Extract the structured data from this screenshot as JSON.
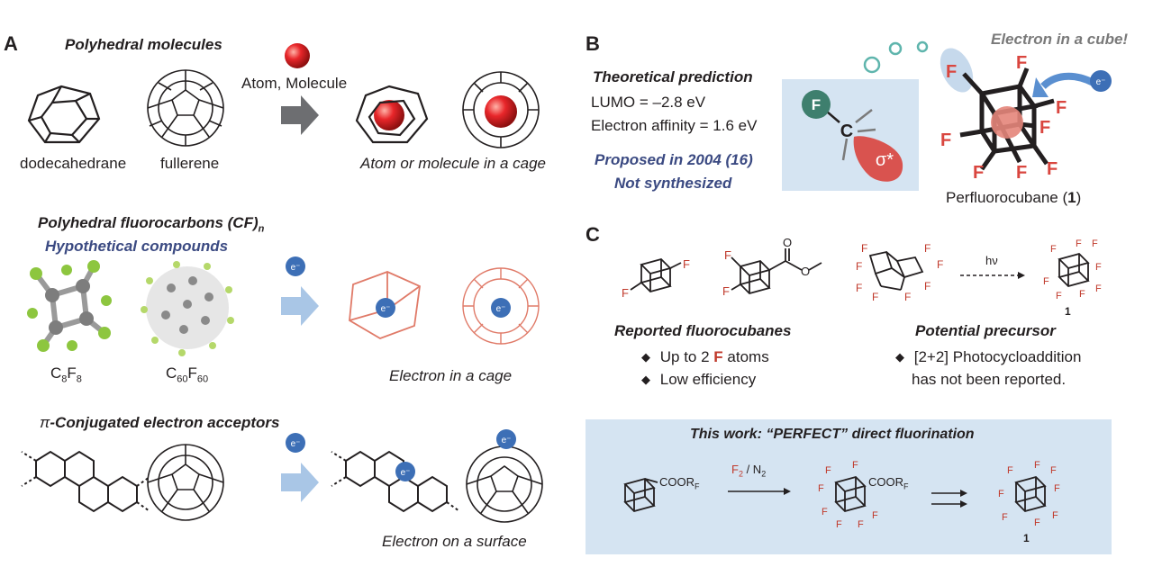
{
  "panel_a": {
    "letter": "A",
    "row1": {
      "title": "Polyhedral molecules",
      "mol1": "dodecahedrane",
      "mol2": "fullerene",
      "arrow_label": "Atom, Molecule",
      "result": "Atom or molecule in a cage"
    },
    "row2": {
      "title": "Polyhedral fluorocarbons (CF)",
      "title_sub": "n",
      "subtitle": "Hypothetical compounds",
      "mol1": {
        "main": "C",
        "s1": "8",
        "mid": "F",
        "s2": "8"
      },
      "mol2": {
        "main": "C",
        "s1": "60",
        "mid": "F",
        "s2": "60"
      },
      "electron": "e⁻",
      "result": "Electron in a cage"
    },
    "row3": {
      "title_prefix": "π",
      "title": "-Conjugated electron acceptors",
      "electron": "e⁻",
      "result": "Electron on a surface"
    }
  },
  "panel_b": {
    "letter": "B",
    "heading": "Theoretical prediction",
    "lumo": "LUMO = –2.8 eV",
    "affinity": "Electron affinity = 1.6 eV",
    "proposed": "Proposed in 2004 (16)",
    "not_synth": "Not synthesized",
    "orbital_F": "F",
    "orbital_C": "C",
    "orbital_sigma": "σ*",
    "electron_cube": "Electron in a cube!",
    "electron": "e⁻",
    "cube_F": "F",
    "compound_name": "Perfluorocubane (",
    "compound_num": "1",
    "compound_close": ")"
  },
  "panel_c": {
    "letter": "C",
    "F": "F",
    "O": "O",
    "hv": "hν",
    "num": "1",
    "reported_title": "Reported fluorocubanes",
    "bullet1_pre": "Up to 2 ",
    "bullet1_F": "F",
    "bullet1_post": " atoms",
    "bullet2": "Low efficiency",
    "precursor_title": "Potential precursor",
    "precursor_b1": "[2+2] Photocycloaddition",
    "precursor_b2": "has not been reported.",
    "this_work": "This work: “PERFECT” direct fluorination",
    "coor_main": "COOR",
    "coor_sub": "F",
    "reagent_F": "F",
    "reagent_F_sub": "2",
    "reagent_rest": " / N",
    "reagent_N_sub": "2"
  },
  "colors": {
    "navy": "#3b4a82",
    "red": "#c0392b",
    "light_blue": "#d5e4f2",
    "electron_blue": "#3d6fb6",
    "teal": "#3e7f6e",
    "salmon": "#e07a68"
  }
}
